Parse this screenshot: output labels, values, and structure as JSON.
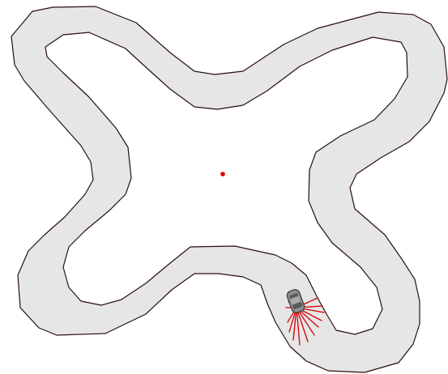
{
  "game": {
    "scene": "car-on-x-shaped-track",
    "colors": {
      "background": "#ffffff",
      "track_fill": "#e6e6e6",
      "track_border": "#2a0e0e",
      "sensor_rays": "#d40000",
      "target_marker": "#e00000",
      "car_body": "#8f8f8f",
      "car_outline": "#3a3a3a",
      "car_glass": "#5a5a5a"
    },
    "car": {
      "heading_deg": 160,
      "sensor_ray_count": 13
    }
  }
}
